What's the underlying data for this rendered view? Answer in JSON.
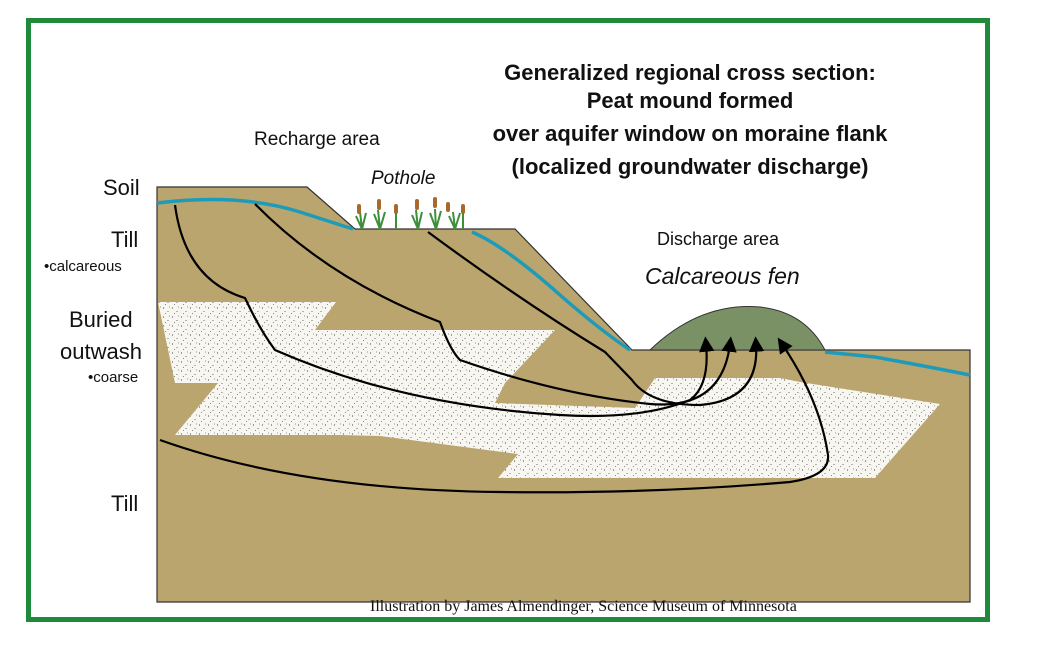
{
  "title_lines": [
    "Generalized regional cross section:",
    "Peat mound formed",
    "over aquifer window on moraine flank",
    "(localized groundwater discharge)"
  ],
  "labels": {
    "recharge_area": "Recharge area",
    "pothole": "Pothole",
    "discharge_area": "Discharge area",
    "calcareous_fen": "Calcareous fen",
    "soil": "Soil",
    "till_top": "Till",
    "calcareous": "•calcareous",
    "buried": "Buried",
    "outwash": "outwash",
    "coarse": "•coarse",
    "till_bottom": "Till"
  },
  "credit": "Illustration by James Almendinger, Science Museum of Minnesota",
  "colors": {
    "frame": "#1e8a3a",
    "till": "#bba56e",
    "outwash": "#f7f6f1",
    "water_table": "#1d9bb8",
    "fen": "#7a9166",
    "flow_lines": "#000000"
  }
}
